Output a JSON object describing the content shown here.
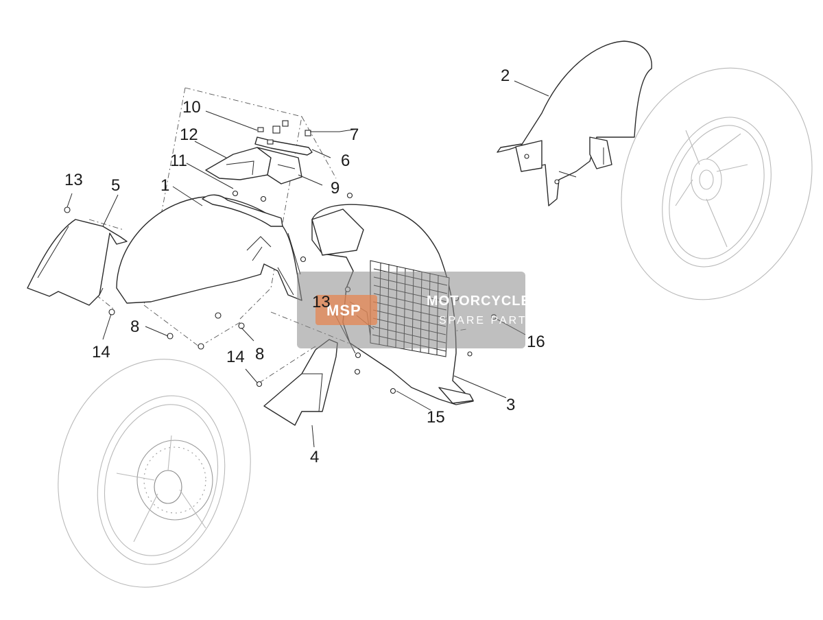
{
  "diagram": {
    "callouts": [
      {
        "id": "c1",
        "text": "1"
      },
      {
        "id": "c2",
        "text": "2"
      },
      {
        "id": "c3",
        "text": "3"
      },
      {
        "id": "c4",
        "text": "4"
      },
      {
        "id": "c5",
        "text": "5"
      },
      {
        "id": "c6",
        "text": "6"
      },
      {
        "id": "c7",
        "text": "7"
      },
      {
        "id": "c8a",
        "text": "8"
      },
      {
        "id": "c8b",
        "text": "8"
      },
      {
        "id": "c9",
        "text": "9"
      },
      {
        "id": "c10",
        "text": "10"
      },
      {
        "id": "c11",
        "text": "11"
      },
      {
        "id": "c12",
        "text": "12"
      },
      {
        "id": "c13a",
        "text": "13"
      },
      {
        "id": "c13b",
        "text": "13"
      },
      {
        "id": "c14a",
        "text": "14"
      },
      {
        "id": "c14b",
        "text": "14"
      },
      {
        "id": "c15",
        "text": "15"
      },
      {
        "id": "c16",
        "text": "16"
      }
    ]
  },
  "watermark": {
    "logo_text": "MSP",
    "line1": "MOTORCYCLE",
    "line2": "SPARE PARTS"
  },
  "colors": {
    "watermark_bg": "#8a8a8a",
    "watermark_logo": "#e8824a",
    "line": "#2a2a2a",
    "wheel": "#b9b9b9"
  }
}
